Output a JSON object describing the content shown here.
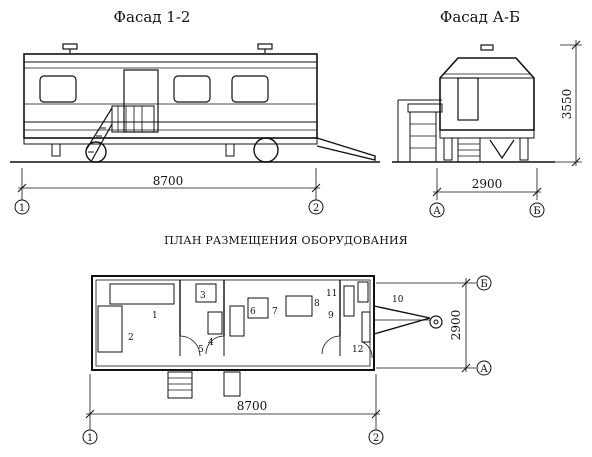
{
  "facade_side": {
    "title": "Фасад 1-2",
    "dim_length": "8700",
    "axis_left": "1",
    "axis_right": "2"
  },
  "facade_end": {
    "title": "Фасад А-Б",
    "dim_width": "2900",
    "dim_height": "3550",
    "axis_left": "А",
    "axis_right": "Б"
  },
  "plan": {
    "title": "ПЛАН РАЗМЕЩЕНИЯ ОБОРУДОВАНИЯ",
    "dim_length": "8700",
    "dim_width": "2900",
    "axis_bottom_left": "1",
    "axis_bottom_right": "2",
    "axis_top": "Б",
    "axis_bottom": "А",
    "callouts": [
      "1",
      "2",
      "3",
      "4",
      "5",
      "6",
      "7",
      "8",
      "9",
      "10",
      "11",
      "12"
    ]
  }
}
